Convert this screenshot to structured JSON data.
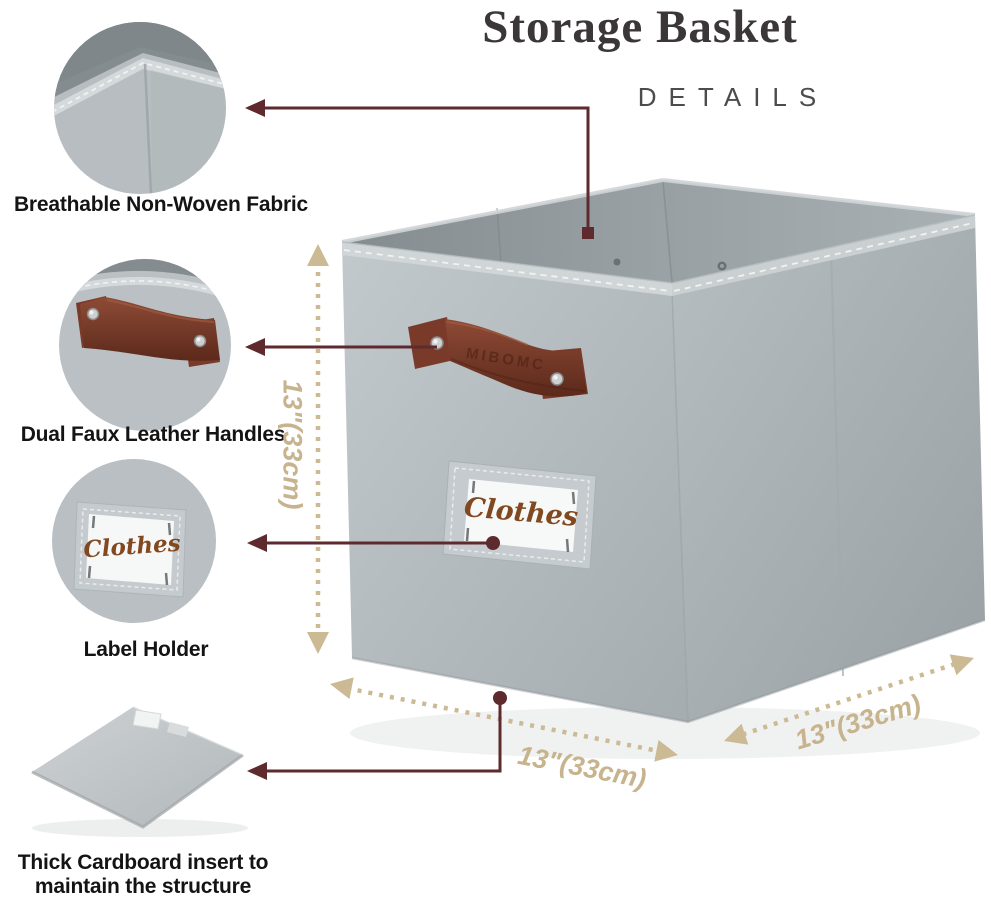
{
  "title": "Storage Basket",
  "subtitle": "DETAILS",
  "callouts": {
    "fabric": "Breathable Non-Woven Fabric",
    "handles": "Dual Faux Leather Handles",
    "label_holder": "Label Holder",
    "cardboard_line1": "Thick Cardboard insert to",
    "cardboard_line2": "maintain the structure"
  },
  "dimensions": {
    "height": "13\"(33cm)",
    "width": "13\"(33cm)",
    "depth": "13\"(33cm)"
  },
  "basket": {
    "label_text": "Clothes",
    "handle_embossed_text": "MIBOMC"
  },
  "colors": {
    "connector_maroon": "#5e2a2e",
    "dimension_tan": "#cbba94",
    "dimension_text": "#c7b48e",
    "fabric_light": "#bcc3c6",
    "fabric_interior": "#8b9397",
    "leather_brown": "#7a3a29",
    "card_text_brown": "#82481f",
    "title_text": "#3b3637",
    "label_text": "#141414"
  }
}
